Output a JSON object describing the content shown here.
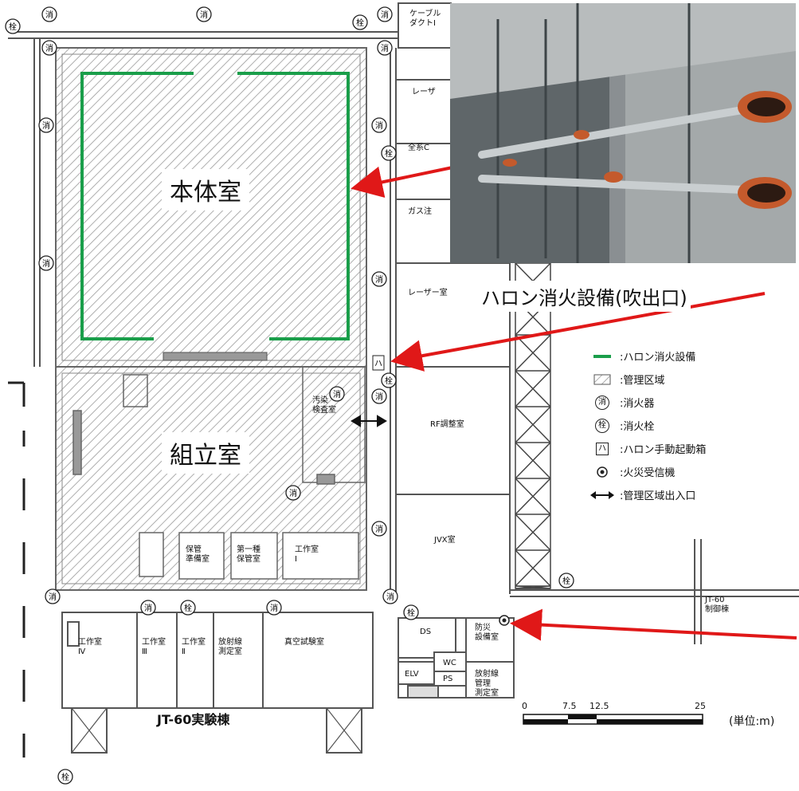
{
  "labels": {
    "main_room": "本体室",
    "assembly_room": "組立室",
    "caption": "ハロン消火設備(吹出口)",
    "building": "JT-60実験棟",
    "unit": "(単位:m)"
  },
  "rooms": {
    "cable_duct": "ケーブル\nダクトⅠ",
    "laser_1": "レーザ",
    "all_system": "全系C",
    "gas": "ガス注",
    "laser_2": "レーザー室",
    "rf": "RF調整室",
    "jvx": "JVX室",
    "contam": "汚染\n検査室",
    "storage_prep": "保管\n準備室",
    "storage_1": "第一種\n保管室",
    "work_1": "工作室\nⅠ",
    "work_4": "工作室\nⅣ",
    "work_3": "工作室\nⅢ",
    "work_2": "工作室\nⅡ",
    "rad_meas": "放射線\n測定室",
    "vacuum": "真空試験室",
    "ds": "DS",
    "wc": "WC",
    "elv": "ELV",
    "ps": "PS",
    "disaster": "防災\n設備室",
    "rad_mgmt": "放射線\n管理\n測定室",
    "jt60_control": "JT-60\n制御棟"
  },
  "symbols": {
    "extinguisher": "消",
    "hydrant": "栓",
    "halon_box": "ハ"
  },
  "legend": [
    {
      "symbol": "green-line",
      "text": ":ハロン消火設備"
    },
    {
      "symbol": "hatch",
      "text": ":管理区域"
    },
    {
      "symbol": "extinguisher",
      "text": ":消火器"
    },
    {
      "symbol": "hydrant",
      "text": ":消火栓"
    },
    {
      "symbol": "halon-box",
      "text": ":ハロン手動起動箱"
    },
    {
      "symbol": "receiver",
      "text": ":火災受信機"
    },
    {
      "symbol": "double-arrow",
      "text": ":管理区域出入口"
    }
  ],
  "scale": {
    "ticks": [
      "0",
      "7.5",
      "12.5",
      "25"
    ]
  },
  "colors": {
    "halon_line": "#1a9e4a",
    "arrow": "#e01818",
    "hatch": "#8a8a8a"
  }
}
